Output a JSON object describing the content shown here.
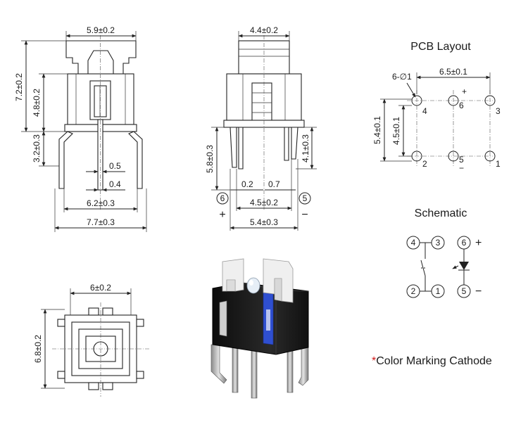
{
  "front_view": {
    "dims": {
      "top_width": "5.9±0.2",
      "total_height": "7.2±0.2",
      "body_height": "4.8±0.2",
      "lead_height": "3.2±0.3",
      "lead_width": "0.5",
      "lead_thickness": "0.4",
      "lead_span": "6.2±0.3",
      "overall_width": "7.7±0.3"
    }
  },
  "side_view": {
    "dims": {
      "top_width": "4.4±0.2",
      "led_lead_height": "5.8±0.3",
      "switch_lead_height": "4.1±0.3",
      "lead_width": "0.2",
      "lead_thickness": "0.7",
      "inner_span": "4.5±0.2",
      "outer_span": "5.4±0.3"
    },
    "pin_left": "6",
    "pin_right": "5",
    "sign_left": "+",
    "sign_right": "−"
  },
  "bottom_view": {
    "dims": {
      "width": "6±0.2",
      "height": "6.8±0.2"
    }
  },
  "pcb_layout": {
    "title": "PCB Layout",
    "hole_dim": "6-∅1",
    "pitch_x": "6.5±0.1",
    "pitch_y_outer": "5.4±0.1",
    "pitch_y_inner": "4.5±0.1",
    "pins": [
      "4",
      "6",
      "3",
      "2",
      "5",
      "1"
    ],
    "plus": "+",
    "minus": "−"
  },
  "schematic": {
    "title": "Schematic",
    "pins": [
      "4",
      "3",
      "6",
      "2",
      "1",
      "5"
    ],
    "plus": "+",
    "minus": "−"
  },
  "note": {
    "star": "*",
    "text": "Color Marking Cathode"
  },
  "colors": {
    "led_marking": "#2f4fd0",
    "housing": "#1b1b1b",
    "actuator": "#eeeeee",
    "note_star": "#d01818"
  }
}
